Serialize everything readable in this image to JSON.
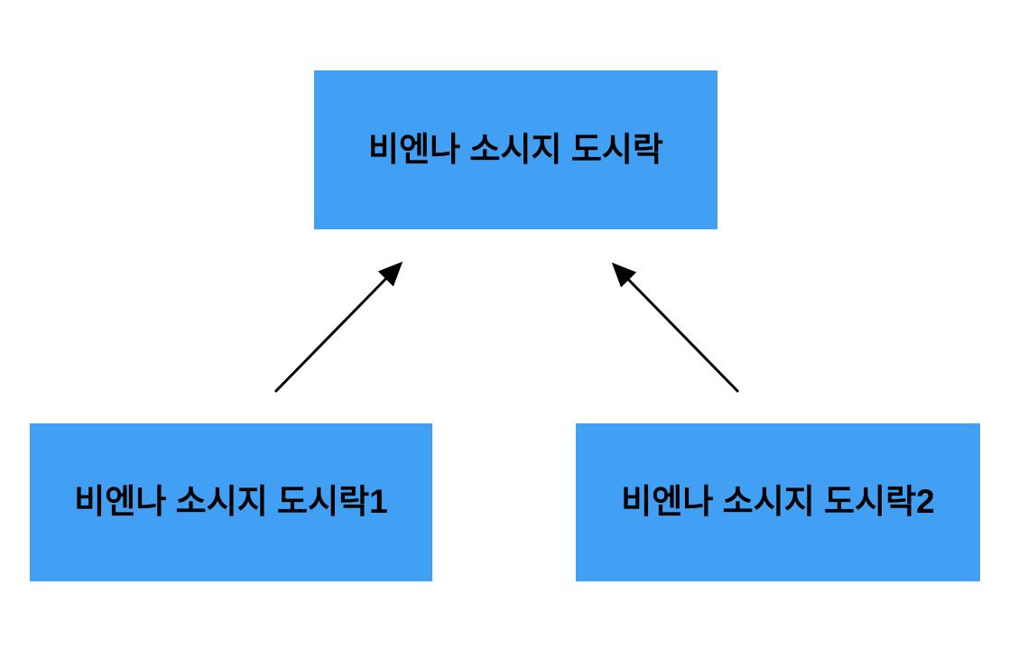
{
  "diagram": {
    "nodes": [
      {
        "id": "parent",
        "label": "비엔나 소시지 도시락"
      },
      {
        "id": "child1",
        "label": "비엔나 소시지 도시락1"
      },
      {
        "id": "child2",
        "label": "비엔나 소시지 도시락2"
      }
    ],
    "edges": [
      {
        "from": "child1",
        "to": "parent",
        "direction": "up"
      },
      {
        "from": "child2",
        "to": "parent",
        "direction": "up"
      }
    ],
    "colors": {
      "node_fill": "#41A0F4",
      "node_text": "#000000",
      "arrow": "#000000",
      "background": "#FFFFFF"
    }
  }
}
